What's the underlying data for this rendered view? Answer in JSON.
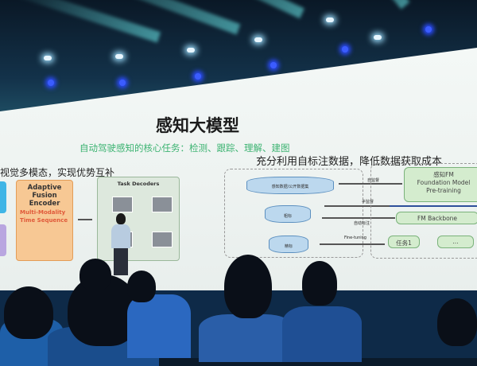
{
  "slide": {
    "title": "感知大模型",
    "subtitle": "自动驾驶感知的核心任务：检测、跟踪、理解、建图",
    "left_heading": "视觉多模态，实现优势互补",
    "right_heading": "充分利用自标注数据，降低数据获取成本",
    "encoder": {
      "title": "Adaptive Fusion Encoder",
      "items": [
        "Multi-Modality",
        "Time Sequence"
      ]
    },
    "decoders": {
      "title": "Task Decoders"
    },
    "data_pipeline": {
      "datasets": [
        "感知数据/公开数据集",
        "粗标",
        "精标"
      ],
      "arrows": [
        "自监督",
        "半监督",
        "自动标注",
        "Fine-tuning"
      ],
      "fm_box": [
        "感知FM",
        "Foundation Model",
        "Pre-training"
      ],
      "backbone": "FM Backbone",
      "tasks": [
        "任务1",
        "..."
      ]
    }
  },
  "colors": {
    "accent_green": "#3cb371",
    "encoder_orange": "#f7c894",
    "stage_blue": "#0e2a48"
  }
}
